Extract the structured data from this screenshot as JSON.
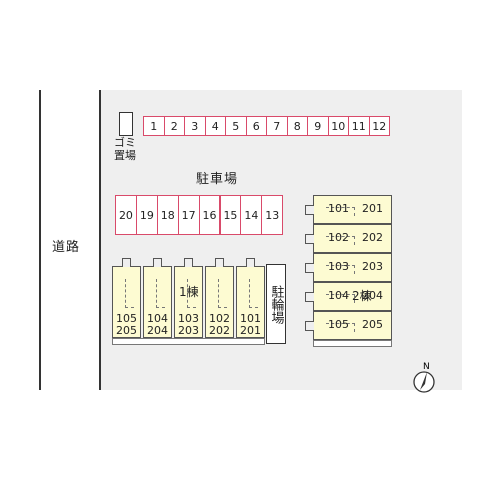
{
  "road": {
    "label": "道路"
  },
  "trash": {
    "label": "ゴミ置場"
  },
  "parking": {
    "label": "駐車場",
    "top_row": [
      "1",
      "2",
      "3",
      "4",
      "5",
      "6",
      "7",
      "8",
      "9",
      "10",
      "11",
      "12"
    ],
    "bottom_row": [
      "20",
      "19",
      "18",
      "17",
      "16",
      "15",
      "14",
      "13"
    ]
  },
  "bike": {
    "label": "駐輪場"
  },
  "building1": {
    "label": "1棟",
    "units": [
      {
        "top": "105",
        "bottom": "205"
      },
      {
        "top": "104",
        "bottom": "204"
      },
      {
        "top": "103",
        "bottom": "203"
      },
      {
        "top": "102",
        "bottom": "202"
      },
      {
        "top": "101",
        "bottom": "201"
      }
    ]
  },
  "building2": {
    "label": "2棟",
    "units": [
      {
        "a": "101",
        "b": "201"
      },
      {
        "a": "102",
        "b": "202"
      },
      {
        "a": "103",
        "b": "203"
      },
      {
        "a": "104",
        "b": "204"
      },
      {
        "a": "105",
        "b": "205"
      }
    ]
  },
  "compass": {
    "label": "N"
  },
  "colors": {
    "parking_border": "#d94a6a",
    "unit_fill": "#fdfbd2",
    "site_fill": "#efefef"
  }
}
